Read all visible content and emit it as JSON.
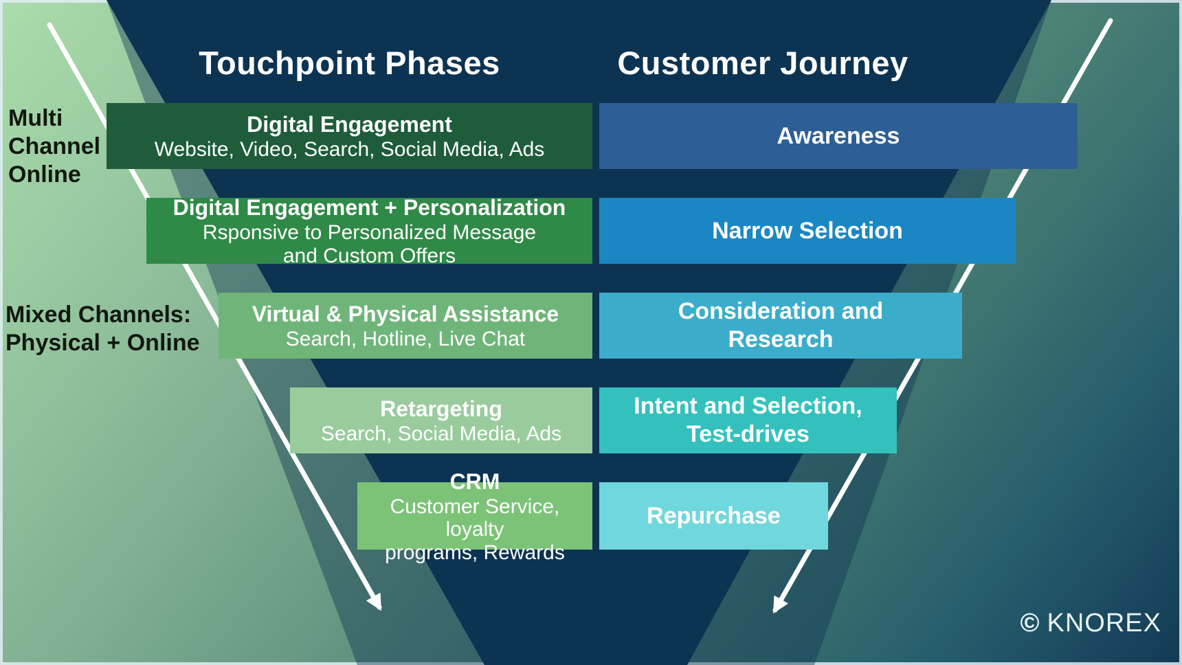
{
  "titles": {
    "left": "Touchpoint Phases",
    "right": "Customer Journey"
  },
  "side_labels": {
    "multi_channel": "Multi\nChannel\nOnline",
    "mixed_channels": "Mixed Channels:\nPhysical + Online"
  },
  "rows": [
    {
      "phase_title": "Digital Engagement",
      "phase_detail": "Website, Video, Search, Social Media, Ads",
      "journey": "Awareness",
      "phase_color": "#1e5c3a",
      "journey_color": "#2d5e95"
    },
    {
      "phase_title": "Digital Engagement + Personalization",
      "phase_detail": "Rsponsive to Personalized Message\nand Custom Offers",
      "journey": "Narrow Selection",
      "phase_color": "#2f8a47",
      "journey_color": "#1b87c2"
    },
    {
      "phase_title": "Virtual & Physical Assistance",
      "phase_detail": "Search, Hotline, Live Chat",
      "journey": "Consideration and\nResearch",
      "phase_color": "#6fb57a",
      "journey_color": "#3badca"
    },
    {
      "phase_title": "Retargeting",
      "phase_detail": "Search, Social Media, Ads",
      "journey": "Intent and Selection,\nTest-drives",
      "phase_color": "#9acb9d",
      "journey_color": "#34c1bd"
    },
    {
      "phase_title": "CRM",
      "phase_detail": "Customer Service, loyalty\nprograms, Rewards",
      "journey": "Repurchase",
      "phase_color": "#7cc377",
      "journey_color": "#70d7de"
    }
  ],
  "watermark": {
    "symbol": "©",
    "brand": "KNOREX"
  },
  "colors": {
    "funnel": "#0d3352",
    "funnel_wing": "rgba(14,50,80,0.42)",
    "arrow": "#ffffff",
    "background_top_left": "#abdcab",
    "background_bottom_right": "#123a55",
    "title_text": "#ffffff",
    "side_label_text": "#11180f"
  }
}
